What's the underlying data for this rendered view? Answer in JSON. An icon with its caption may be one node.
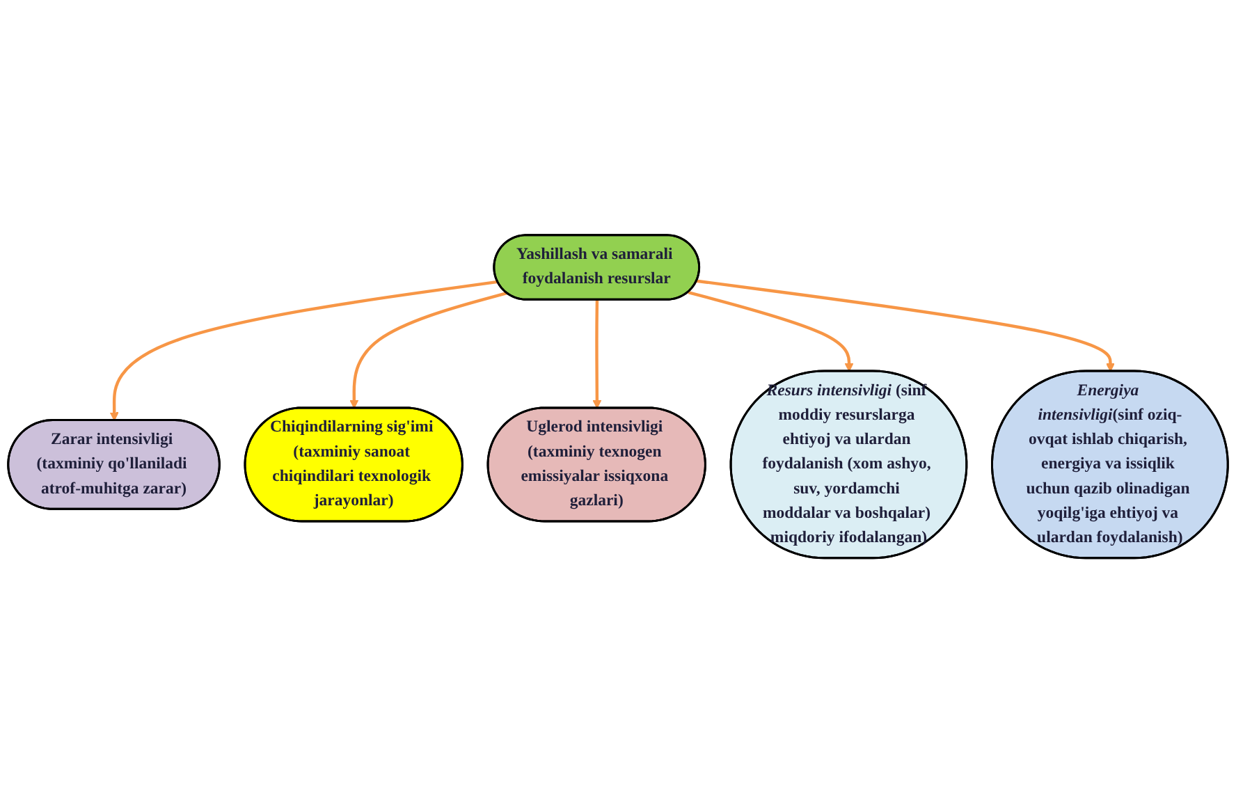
{
  "diagram": {
    "nodes": [
      {
        "text": [
          "Zarar intensivligi (taxminiy qo'llaniladi atrof-muhitga zarar)"
        ]
      },
      {
        "text": [
          "Chiqindilarning sig'imi (taxminiy sanoat chiqindilari texnologik jarayonlar)"
        ]
      },
      {
        "text": [
          "Yashillash va samarali foydalanish resurslar"
        ]
      },
      {
        "text": [
          "Uglerod intensivligi (taxminiy texnogen emissiyalar issiqxona gazlari)"
        ]
      },
      {
        "text": [
          "*Resurs intensivligi* (sinf moddiy resurslarga ehtiyoj va ulardan foydalanish (xom ashyo, suv, yordamchi moddalar va boshqalar) miqdoriy ifodalangan)"
        ]
      },
      {
        "text": [
          "*Energiya intensivligi*(sinf oziq-ovqat ishlab chiqarish, energiya va issiqlik uchun qazib olinadigan yoqilg'iga ehtiyoj va ulardan foydalanish)"
        ]
      }
    ],
    "edges": [
      {
        "from": 2,
        "to": 0,
        "arrow": "to"
      },
      {
        "from": 2,
        "to": 1,
        "arrow": "to"
      },
      {
        "from": 2,
        "to": 3,
        "arrow": "to"
      },
      {
        "from": 2,
        "to": 4,
        "arrow": "to"
      },
      {
        "from": 2,
        "to": 5,
        "arrow": "to"
      }
    ]
  }
}
